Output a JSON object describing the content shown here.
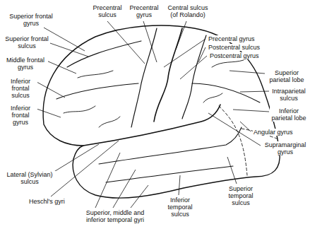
{
  "diagram": {
    "labels": [
      "Superior frontal gyrus",
      "Precentral sulcus",
      "Precentral gyrus",
      "Central sulcus (of Rolando)",
      "Superior frontal sulcus",
      "Precentral gyrus",
      "Postcentral sulcus",
      "Postcentral gyrus",
      "Middle frontal gyrus",
      "Superior parietal lobe",
      "Inferior frontal sulcus",
      "Intraparietal sulcus",
      "Inferior frontal gyrus",
      "Inferior parietal lobe",
      "Angular gyrus",
      "Supramarginal gyrus",
      "Lateral (Sylvian) sulcus",
      "Superior temporal sulcus",
      "Heschl's gyri",
      "Inferior temporal sulcus",
      "Superior, middle and inferior temporal gyri"
    ]
  }
}
